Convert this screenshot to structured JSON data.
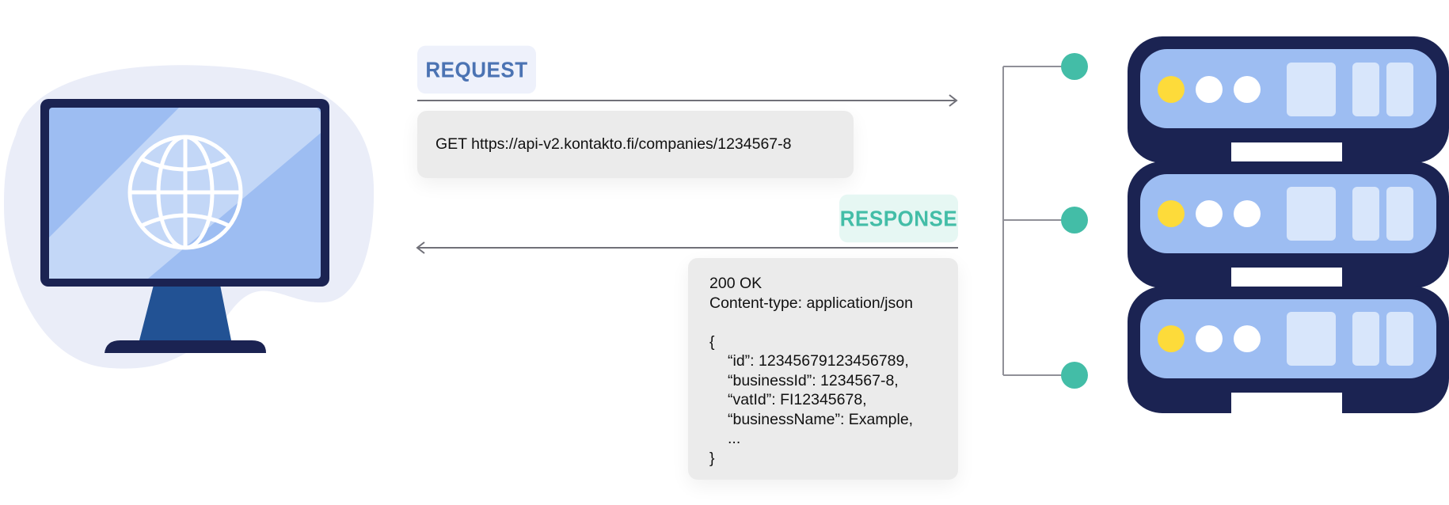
{
  "request": {
    "label": "REQUEST",
    "line": "GET https://api-v2.kontakto.fi/companies/1234567-8"
  },
  "response": {
    "label": "RESPONSE",
    "lines": [
      "200 OK",
      "Content-type: application/json",
      "",
      "{",
      "“id”: 12345679123456789,",
      "“businessId”: 1234567-8,",
      "“vatId”: FI12345678,",
      "“businessName”: Example,",
      "...",
      "}"
    ]
  },
  "colors": {
    "navy": "#1b2352",
    "screen_blue": "#9dbdf2",
    "screen_light": "#c3d7f7",
    "stand_blue": "#225294",
    "blob": "#eaedf8",
    "teal": "#43bda7",
    "yellow": "#fddb3a",
    "light_panel": "#d8e6fb",
    "arrow_gray": "#707078"
  },
  "icons": {
    "client": "monitor-with-globe-icon",
    "server": "server-rack-icon"
  }
}
